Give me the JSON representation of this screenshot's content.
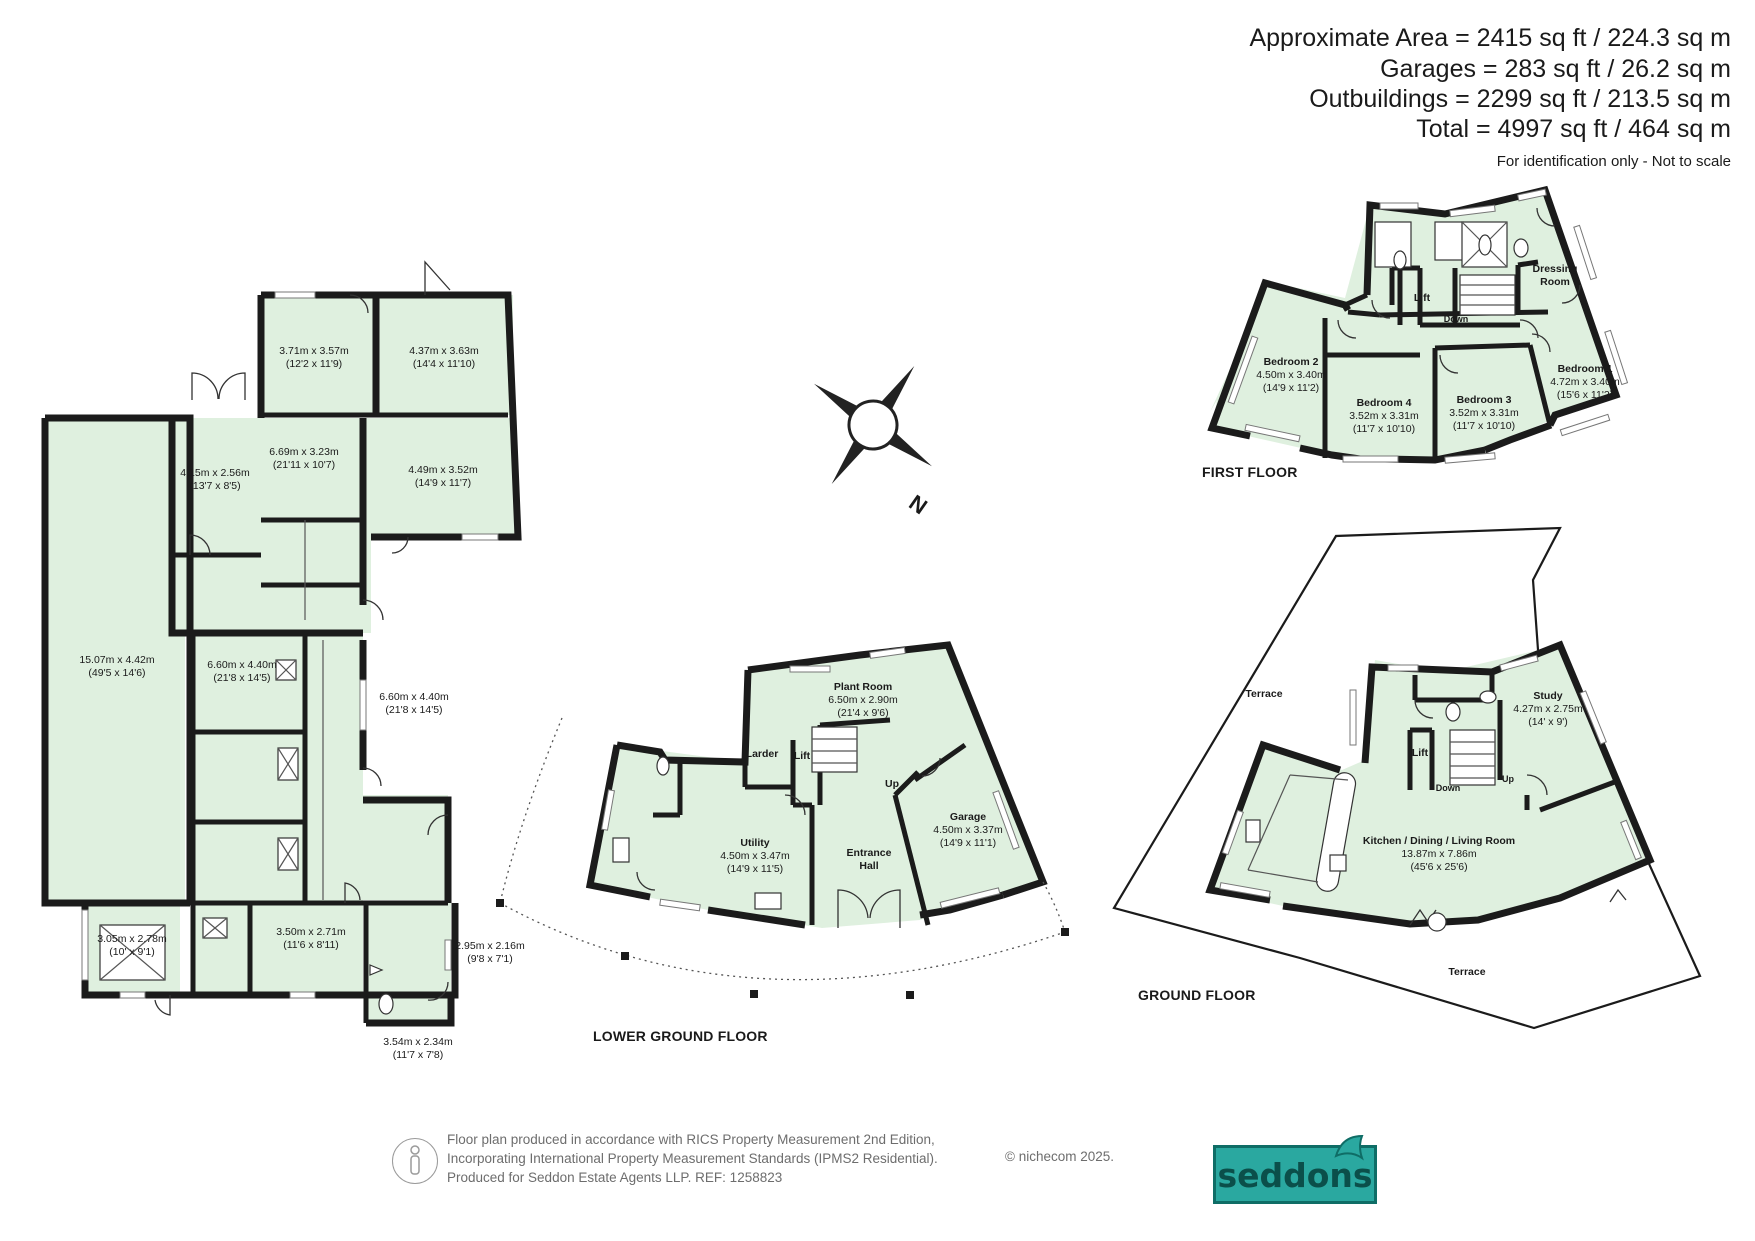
{
  "summary": {
    "approx_area": "Approximate Area = 2415 sq ft / 224.3 sq m",
    "garages": "Garages = 283 sq ft / 26.2 sq m",
    "outbuildings": "Outbuildings = 2299 sq ft / 213.5 sq m",
    "total": "Total = 4997 sq ft / 464 sq m",
    "disclaimer": "For identification only - Not to scale"
  },
  "floors": {
    "first": "FIRST FLOOR",
    "ground": "GROUND FLOOR",
    "lower_ground": "LOWER GROUND FLOOR"
  },
  "compass": {
    "label": "N"
  },
  "outbuilding_rooms": [
    {
      "metric": "3.71m x 3.57m",
      "imperial": "(12'2 x 11'9)"
    },
    {
      "metric": "4.37m x 3.63m",
      "imperial": "(14'4 x 11'10)"
    },
    {
      "metric": "6.69m x 3.23m",
      "imperial": "(21'11 x 10'7)"
    },
    {
      "metric": "4.49m x 3.52m",
      "imperial": "(14'9 x 11'7)"
    },
    {
      "metric": "4.15m x 2.56m",
      "imperial": "(13'7 x 8'5)"
    },
    {
      "metric": "15.07m x 4.42m",
      "imperial": "(49'5 x 14'6)"
    },
    {
      "metric": "6.60m x 4.40m",
      "imperial": "(21'8 x 14'5)"
    },
    {
      "metric": "6.60m x 4.40m",
      "imperial": "(21'8 x 14'5)"
    },
    {
      "metric": "3.05m x 2.78m",
      "imperial": "(10' x 9'1)"
    },
    {
      "metric": "3.50m x 2.71m",
      "imperial": "(11'6 x 8'11)"
    },
    {
      "metric": "2.95m x 2.16m",
      "imperial": "(9'8 x 7'1)"
    },
    {
      "metric": "3.54m x 2.34m",
      "imperial": "(11'7 x 7'8)"
    }
  ],
  "lower_ground_rooms": [
    {
      "name": "Plant Room",
      "metric": "6.50m x 2.90m",
      "imperial": "(21'4 x 9'6)"
    },
    {
      "name": "Larder"
    },
    {
      "name": "Lift"
    },
    {
      "name": "Up"
    },
    {
      "name": "Utility",
      "metric": "4.50m x 3.47m",
      "imperial": "(14'9 x 11'5)"
    },
    {
      "name": "Entrance\nHall"
    },
    {
      "name": "Garage",
      "metric": "4.50m x 3.37m",
      "imperial": "(14'9 x 11'1)"
    }
  ],
  "first_floor_rooms": [
    {
      "name": "Dressing\nRoom"
    },
    {
      "name": "Lift"
    },
    {
      "name": "Down"
    },
    {
      "name": "Bedroom 2",
      "metric": "4.50m x 3.40m",
      "imperial": "(14'9 x 11'2)"
    },
    {
      "name": "Bedroom 4",
      "metric": "3.52m x 3.31m",
      "imperial": "(11'7 x 10'10)"
    },
    {
      "name": "Bedroom 3",
      "metric": "3.52m x 3.31m",
      "imperial": "(11'7 x 10'10)"
    },
    {
      "name": "Bedroom 1",
      "metric": "4.72m x 3.40m",
      "imperial": "(15'6 x 11'2)"
    }
  ],
  "ground_floor_rooms": [
    {
      "name": "Terrace"
    },
    {
      "name": "Study",
      "metric": "4.27m x 2.75m",
      "imperial": "(14' x 9')"
    },
    {
      "name": "Lift"
    },
    {
      "name": "Down"
    },
    {
      "name": "Up"
    },
    {
      "name": "Kitchen / Dining / Living Room",
      "metric": "13.87m x 7.86m",
      "imperial": "(45'6 x 25'6)"
    },
    {
      "name": "Terrace"
    }
  ],
  "footer": {
    "line1": "Floor plan produced in accordance with RICS Property Measurement 2nd Edition,",
    "line2": "Incorporating International Property Measurement Standards (IPMS2 Residential).",
    "line3": "Produced for Seddon Estate Agents LLP.   REF: 1258823",
    "copyright": "© nichecom 2025.",
    "logo_text": "seddons"
  },
  "colors": {
    "room_fill": "#dff0df",
    "wall": "#1b1b1b",
    "brand": "#2aa8a0"
  }
}
